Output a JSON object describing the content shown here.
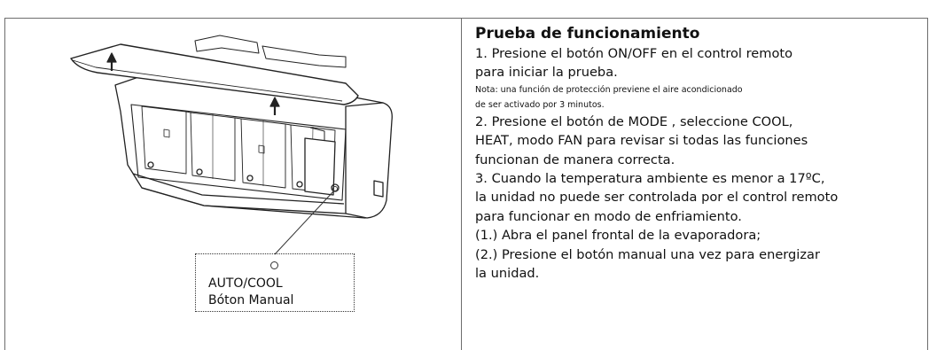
{
  "manual_button": {
    "line1": "AUTO/COOL",
    "line2": "Bóton Manual"
  },
  "instructions": {
    "title": "Prueba de funcionamiento",
    "lines": [
      "1. Presione el botón ON/OFF  en el control remoto",
      "para iniciar la prueba."
    ],
    "note_lines": [
      "Nota: una función de protección previene el aire acondicionado",
      "de ser activado por 3 minutos."
    ],
    "lines2": [
      "2. Presione el botón de MODE , seleccione COOL,",
      "HEAT, modo FAN para revisar si todas las funciones",
      "funcionan de manera correcta.",
      "3. Cuando la temperatura ambiente es menor a 17ºC,",
      "la unidad no puede ser controlada por el control remoto",
      "para funcionar en modo de enfriamiento.",
      "(1.) Abra el panel frontal de la evaporadora;",
      "(2.) Presione el botón manual  una vez para energizar",
      "la unidad."
    ]
  }
}
